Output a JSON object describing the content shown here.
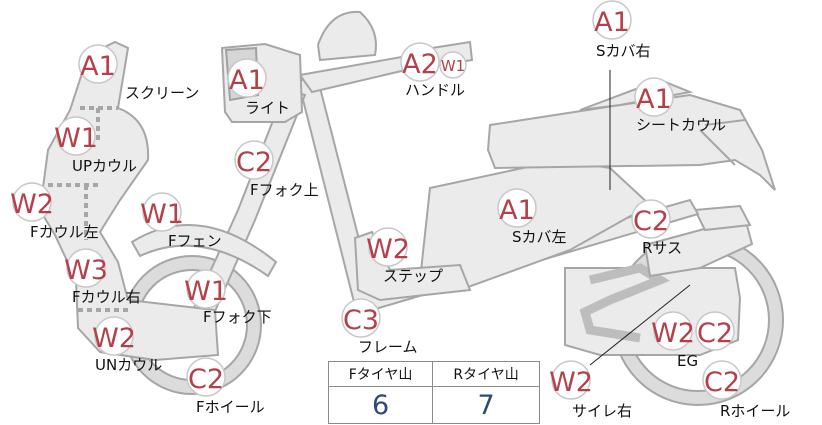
{
  "parts": {
    "screen": {
      "code": "A1",
      "label": "スクリーン"
    },
    "up_cowl": {
      "code": "W1",
      "label": "UPカウル"
    },
    "f_cowl_l": {
      "code": "W2",
      "label": "Fカウル左"
    },
    "f_cowl_r": {
      "code": "W3",
      "label": "Fカウル右"
    },
    "un_cowl": {
      "code": "W2",
      "label": "UNカウル"
    },
    "light": {
      "code": "A1",
      "label": "ライト"
    },
    "f_fork_up": {
      "code": "C2",
      "label": "Fフォク上"
    },
    "f_fender": {
      "code": "W1",
      "label": "Fフェン"
    },
    "f_fork_low": {
      "code": "W1",
      "label": "Fフォク下"
    },
    "f_wheel": {
      "code": "C2",
      "label": "Fホイール"
    },
    "handle": {
      "code": "A2",
      "code2": "W1",
      "label": "ハンドル"
    },
    "step": {
      "code": "W2",
      "label": "ステップ"
    },
    "frame": {
      "code": "C3",
      "label": "フレーム"
    },
    "s_cover_l": {
      "code": "A1",
      "label": "Sカバ左"
    },
    "s_cover_r": {
      "code": "A1",
      "label": "Sカバ右"
    },
    "seat_cowl": {
      "code": "A1",
      "label": "シートカウル"
    },
    "r_sus": {
      "code": "C2",
      "label": "Rサス"
    },
    "eg": {
      "code": "W2",
      "code2": "C2",
      "label": "EG"
    },
    "silencer_r": {
      "code": "W2",
      "label": "サイレ右"
    },
    "r_wheel": {
      "code": "C2",
      "label": "Rホイール"
    }
  },
  "tire_table": {
    "headers": [
      "Fタイヤ山",
      "Rタイヤ山"
    ],
    "values": [
      "6",
      "7"
    ]
  }
}
